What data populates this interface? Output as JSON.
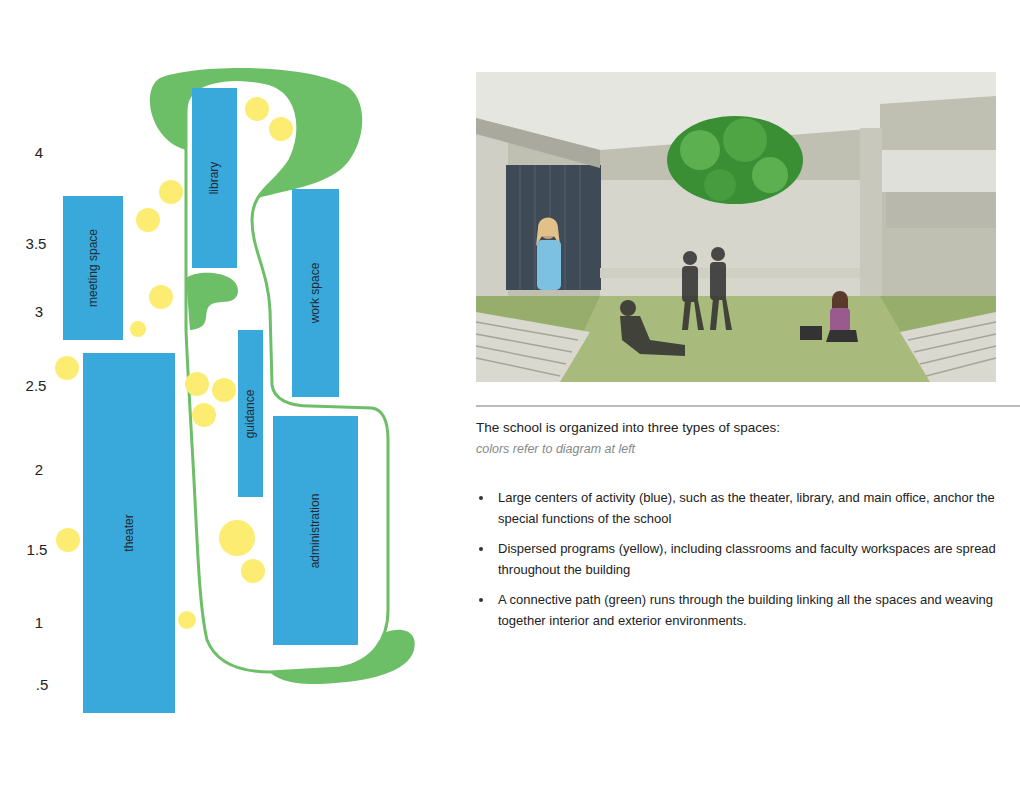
{
  "diagram": {
    "nodes": [
      {
        "text": [
          "library"
        ]
      },
      {
        "text": [
          "meeting space"
        ]
      },
      {
        "text": [
          "work space"
        ]
      },
      {
        "text": [
          "theater"
        ]
      },
      {
        "text": [
          "guidance"
        ]
      },
      {
        "text": [
          "administration"
        ]
      }
    ],
    "labels": [
      "4",
      "3.5",
      "3",
      "2.5",
      "2",
      "1.5",
      "1",
      ".5",
      "The school is organized into three types of spaces:",
      "colors refer to diagram at left",
      "Large centers of activity (blue), such as the theater, library, and main office, anchor the special functions of the school",
      "Dispersed programs (yellow), including classrooms and faculty workspaces are spread throughout the building",
      "A connective path (green) runs through the building linking all the spaces and weaving together interior and exterior environments."
    ]
  }
}
